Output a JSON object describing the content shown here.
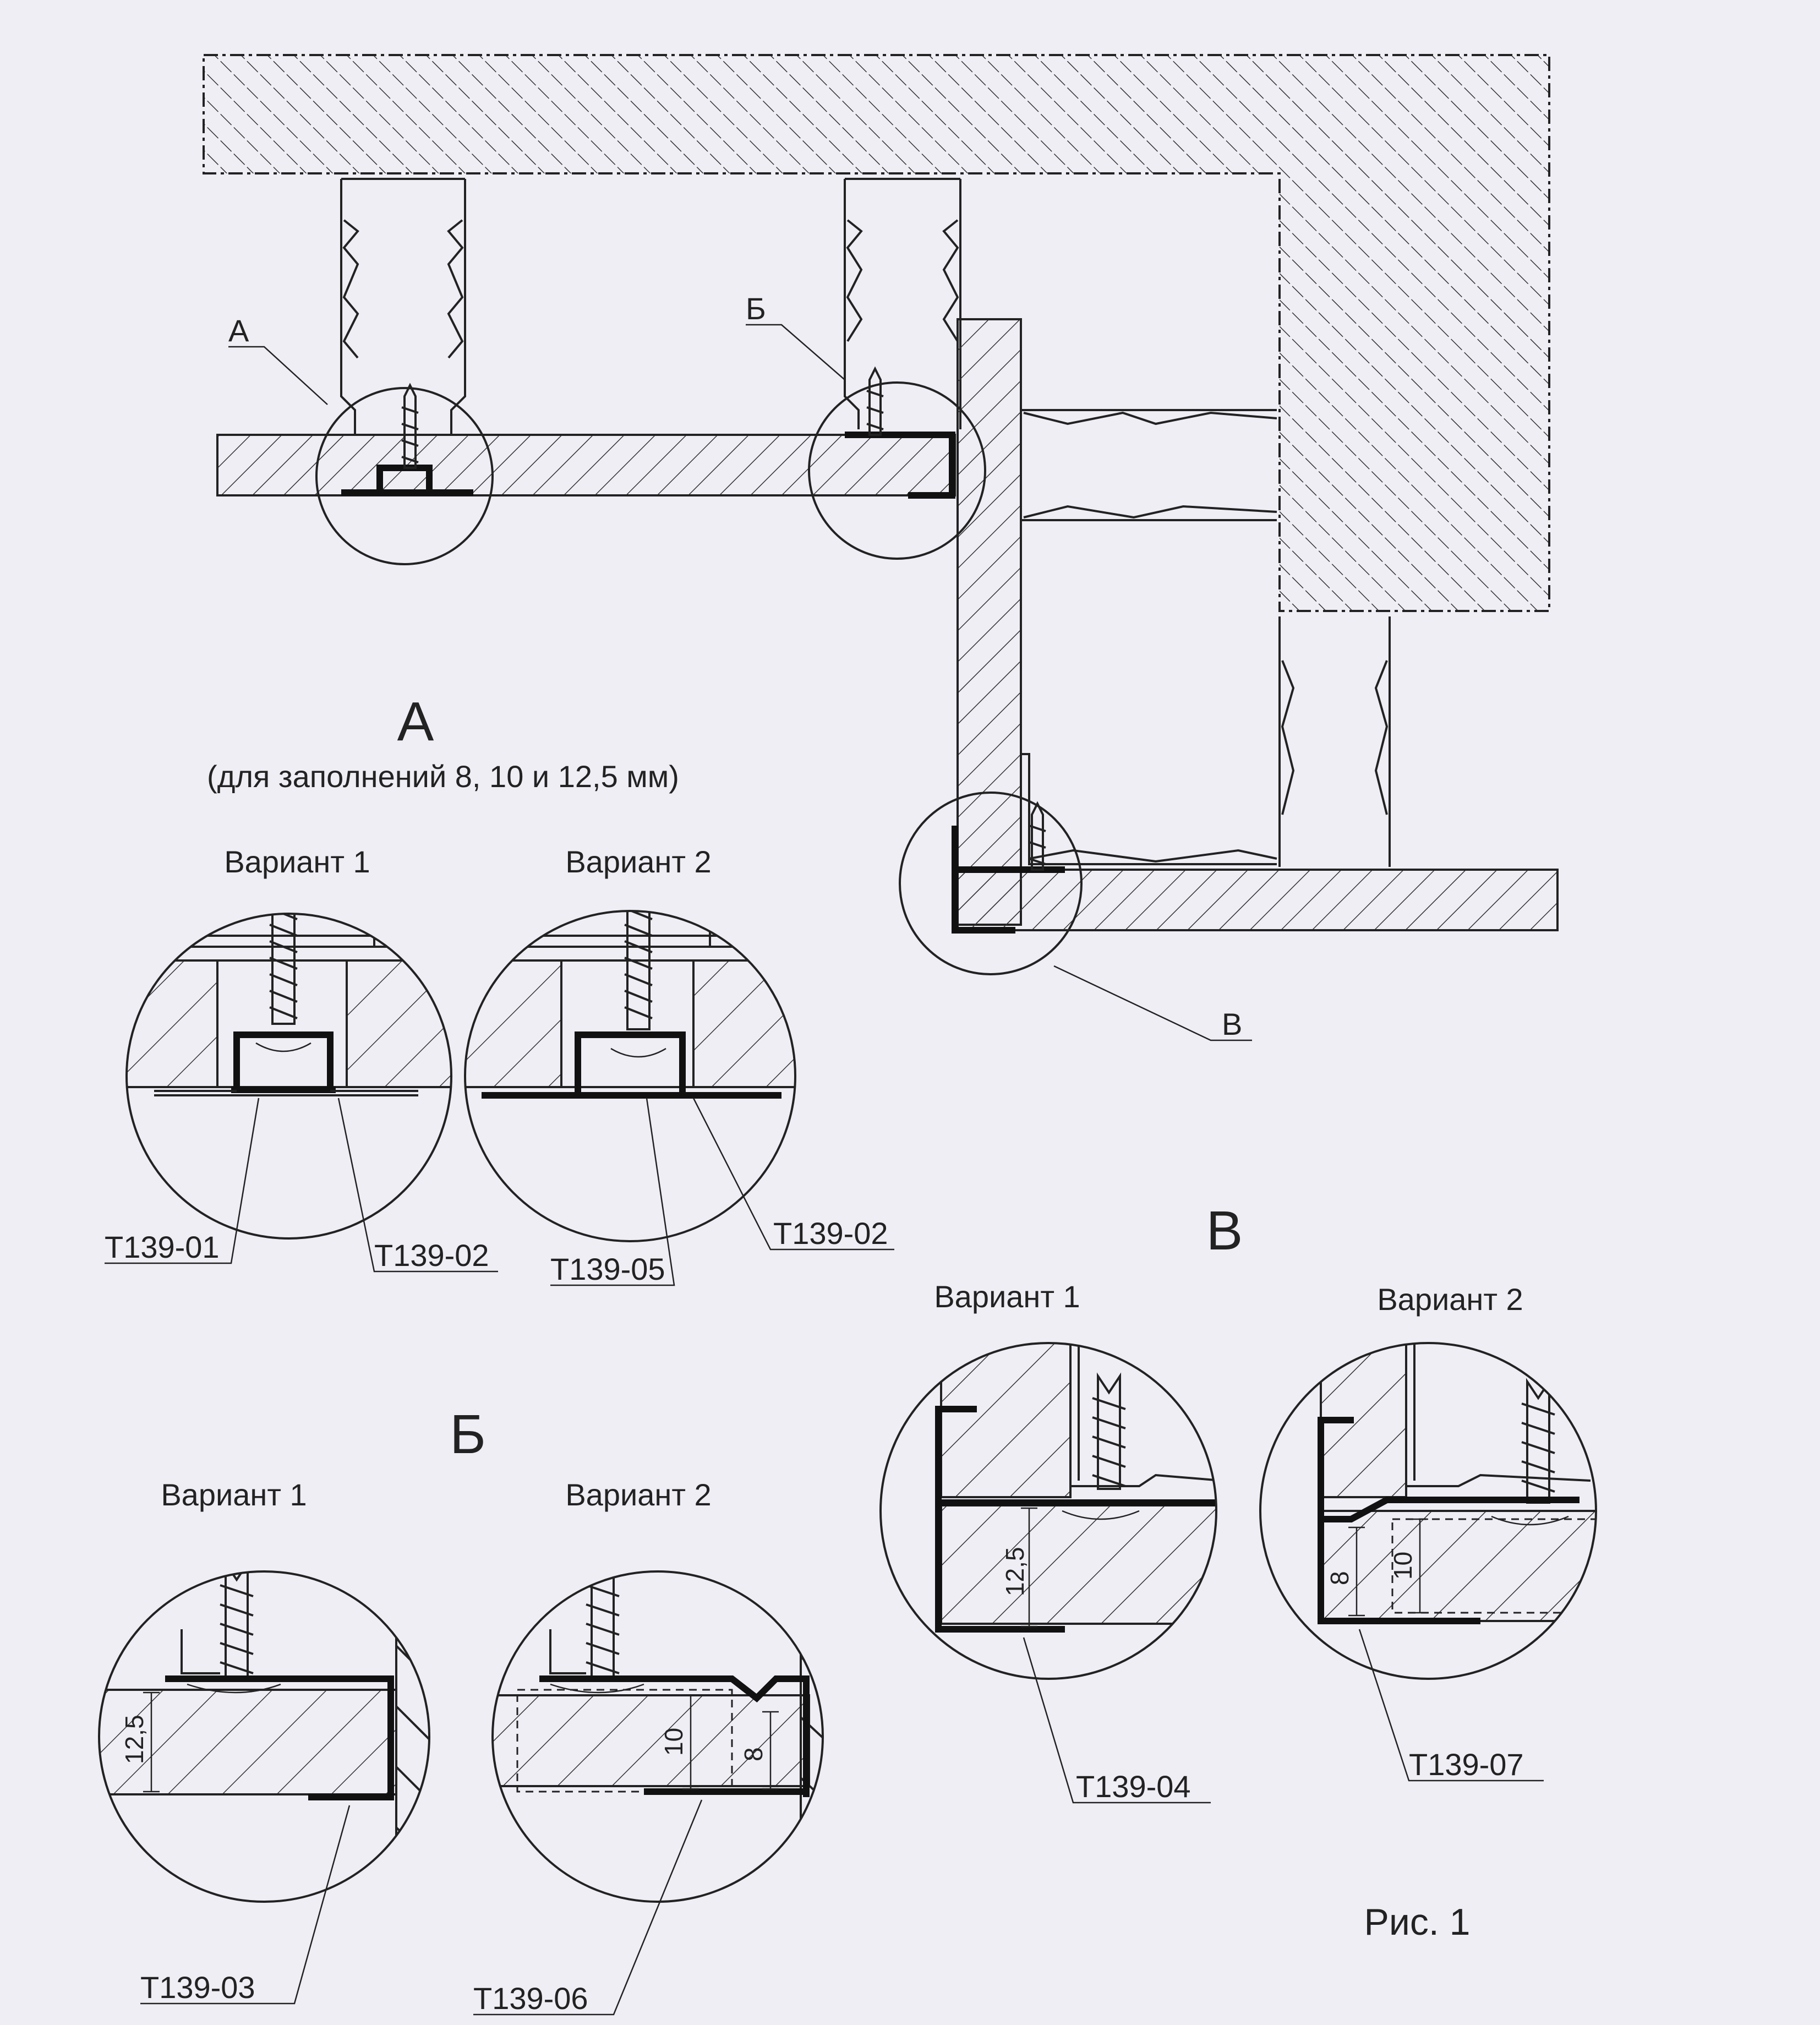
{
  "figure_caption": "Рис. 1",
  "callouts": {
    "a": "А",
    "b": "Б",
    "v": "В"
  },
  "section_a": {
    "title": "А",
    "subtitle": "(для заполнений 8, 10 и 12,5 мм)",
    "variant1_label": "Вариант 1",
    "variant2_label": "Вариант 2",
    "parts_v1": [
      "Т139-01",
      "Т139-02"
    ],
    "parts_v2": [
      "Т139-05",
      "Т139-02"
    ]
  },
  "section_b": {
    "title": "Б",
    "variant1_label": "Вариант 1",
    "variant2_label": "Вариант 2",
    "part_v1": "Т139-03",
    "part_v2": "Т139-06",
    "dims_v1": [
      "12,5"
    ],
    "dims_v2": [
      "10",
      "8"
    ]
  },
  "section_v": {
    "title": "В",
    "variant1_label": "Вариант 1",
    "variant2_label": "Вариант 2",
    "part_v1": "Т139-04",
    "part_v2": "Т139-07",
    "dims_v1": [
      "12,5"
    ],
    "dims_v2": [
      "8",
      "10"
    ]
  }
}
